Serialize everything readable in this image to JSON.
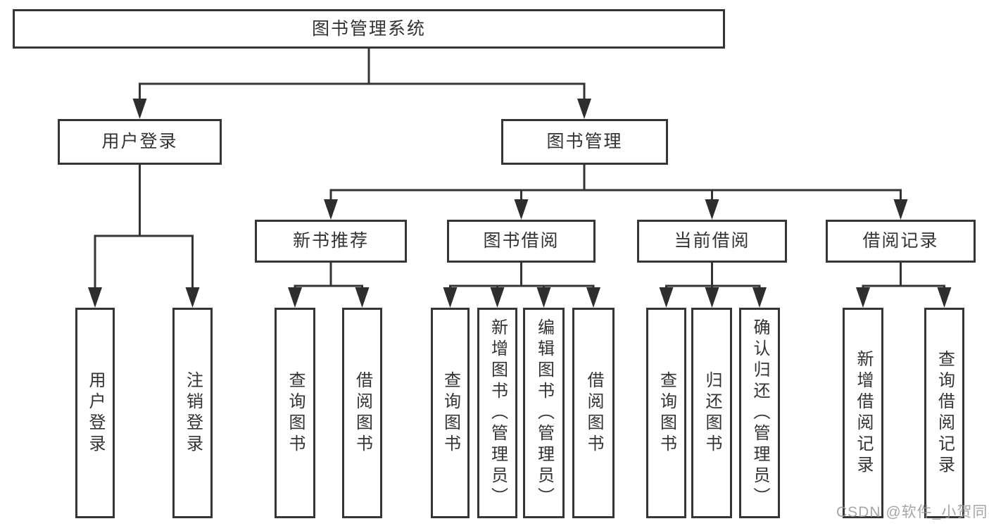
{
  "tree": {
    "root": {
      "label": "图书管理系统"
    },
    "branches": [
      {
        "label": "用户登录",
        "children": [
          {
            "label": "用户登录"
          },
          {
            "label": "注销登录"
          }
        ]
      },
      {
        "label": "图书管理",
        "children": [
          {
            "label": "新书推荐",
            "children": [
              {
                "label": "查询图书"
              },
              {
                "label": "借阅图书"
              }
            ]
          },
          {
            "label": "图书借阅",
            "children": [
              {
                "label": "查询图书"
              },
              {
                "label": "新增图书（管理员）"
              },
              {
                "label": "编辑图书（管理员）"
              },
              {
                "label": "借阅图书"
              }
            ]
          },
          {
            "label": "当前借阅",
            "children": [
              {
                "label": "查询图书"
              },
              {
                "label": "归还图书"
              },
              {
                "label": "确认归还（管理员）"
              }
            ]
          },
          {
            "label": "借阅记录",
            "children": [
              {
                "label": "新增借阅记录"
              },
              {
                "label": "查询借阅记录"
              }
            ]
          }
        ]
      }
    ]
  },
  "watermark": "CSDN @软件_小贺同学",
  "colors": {
    "line": "#333333",
    "arrow": "#2e2e2e",
    "box_border": "#363636",
    "text": "#333333",
    "watermark": "#969696",
    "background": "#ffffff"
  }
}
